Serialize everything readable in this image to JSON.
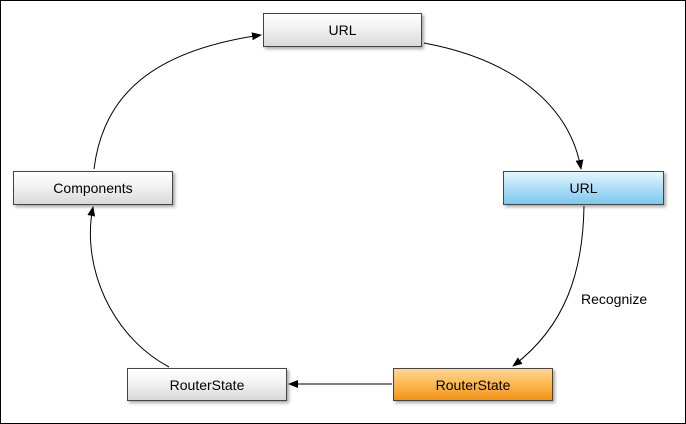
{
  "nodes": {
    "url_top": "URL",
    "url_right": "URL",
    "components": "Components",
    "routerstate_right": "RouterState",
    "routerstate_left": "RouterState"
  },
  "edge_labels": {
    "recognize": "Recognize"
  },
  "colors": {
    "neutral_node": "#e6e6e6",
    "highlight_blue": "#a9dcf7",
    "highlight_orange": "#ffb74d",
    "edge": "#000000"
  }
}
